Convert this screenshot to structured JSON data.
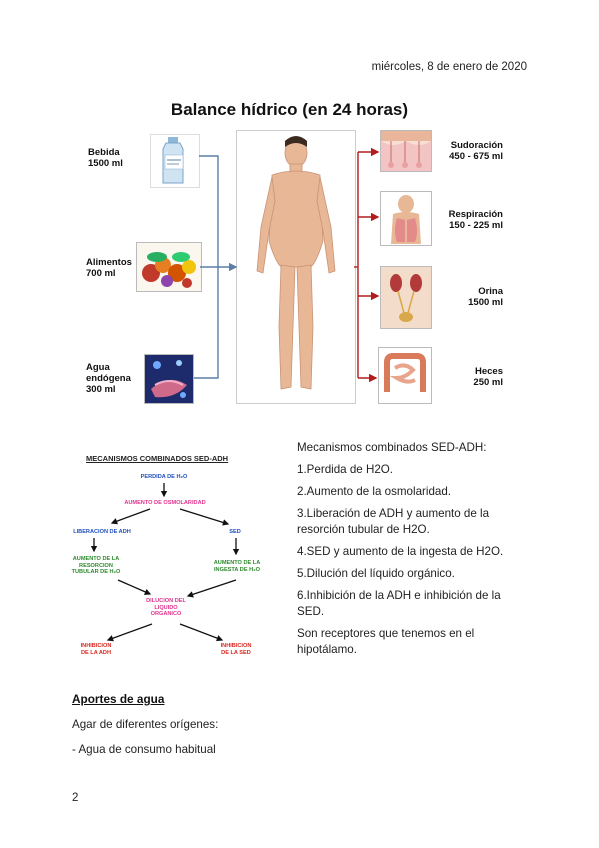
{
  "header": {
    "date": "miércoles, 8 de enero de 2020"
  },
  "figure": {
    "title": "Balance hídrico (en 24 horas)",
    "inputs": [
      {
        "name": "Bebida",
        "amount": "1500 ml"
      },
      {
        "name": "Alimentos",
        "amount": "700 ml"
      },
      {
        "name_line1": "Agua",
        "name_line2": "endógena",
        "amount": "300 ml"
      }
    ],
    "outputs": [
      {
        "name": "Sudoración",
        "amount": "450 - 675 ml"
      },
      {
        "name": "Respiración",
        "amount": "150 - 225 ml"
      },
      {
        "name": "Orina",
        "amount": "1500 ml"
      },
      {
        "name": "Heces",
        "amount": "250 ml"
      }
    ],
    "colors": {
      "input_arrow": "#5b7fa8",
      "output_arrow": "#b31b1b"
    }
  },
  "mechanism_diagram": {
    "title": "MECANISMOS COMBINADOS SED-ADH",
    "perdida": "PERDIDA DE H₂O",
    "aumento_osm": "AUMENTO DE OSMOLARIDAD",
    "liberacion": "LIBERACION DE ADH",
    "sed": "SED",
    "resorcion": [
      "AUMENTO DE LA",
      "RESORCION",
      "TUBULAR DE H₂O"
    ],
    "ingesta": [
      "AUMENTO DE LA",
      "INGESTA DE H₂O"
    ],
    "dilucion": [
      "DILUCION DEL",
      "LIQUIDO",
      "ORGANICO"
    ],
    "inhib_adh": [
      "INHIBICION",
      "DE LA ADH"
    ],
    "inhib_sed": [
      "INHIBICION",
      "DE LA SED"
    ]
  },
  "steps": {
    "heading": "Mecanismos combinados SED-ADH:",
    "items": [
      "1.Perdida de H2O.",
      "2.Aumento de la osmolaridad.",
      "3.Liberación de ADH y aumento de la resorción tubular de H2O.",
      "4.SED y aumento de la ingesta de H2O.",
      "5.Dilución del líquido orgánico.",
      "6.Inhibición de la ADH e inhibición de la SED."
    ],
    "note": "Son receptores que tenemos en el hipotálamo."
  },
  "section": {
    "heading": "Aportes de agua",
    "line1": "Agar de diferentes orígenes:",
    "bullet": "-  Agua de consumo habitual"
  },
  "footer": {
    "page_number": "2"
  }
}
